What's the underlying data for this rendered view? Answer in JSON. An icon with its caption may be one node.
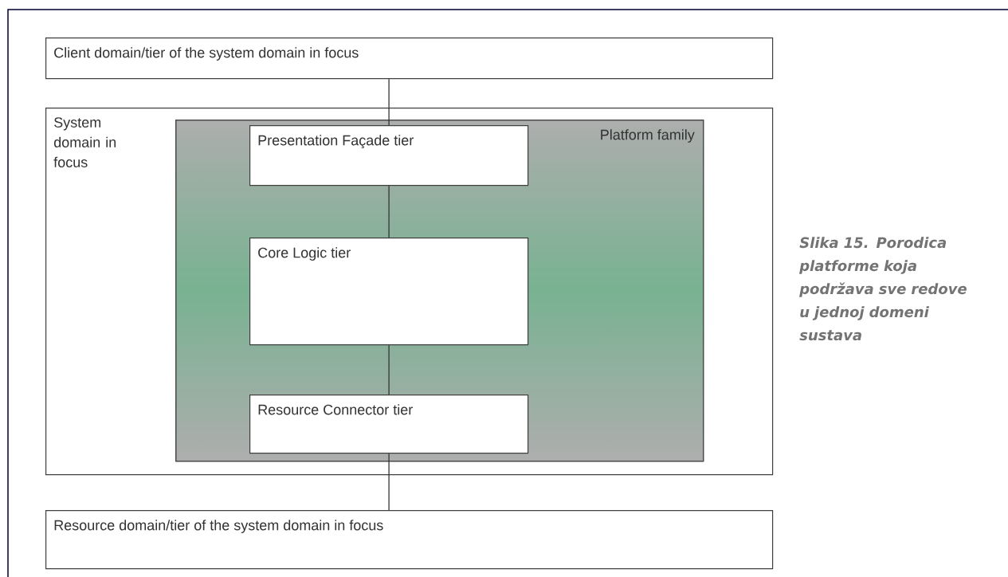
{
  "diagram": {
    "caption": "Slika 15. Porodica platforme koja podržava sve redove u jednoj domeni sustava",
    "nodes": [
      {
        "text": [
          "Client domain/tier of the system domain in focus"
        ]
      },
      {
        "text": [
          "System domain in focus"
        ]
      },
      {
        "text": [
          "Platform family"
        ],
        "in": 1
      },
      {
        "text": [
          "Presentation Façade tier"
        ],
        "in": 2
      },
      {
        "text": [
          "Core Logic tier"
        ],
        "in": 2
      },
      {
        "text": [
          "Resource Connector tier"
        ],
        "in": 2
      },
      {
        "text": [
          "Resource domain/tier of the system domain in focus"
        ]
      }
    ],
    "edges": [
      {
        "from": 0,
        "to": 3,
        "arrow": "none"
      },
      {
        "from": 3,
        "to": 4,
        "arrow": "none"
      },
      {
        "from": 4,
        "to": 5,
        "arrow": "none"
      },
      {
        "from": 5,
        "to": 6,
        "arrow": "none"
      }
    ]
  }
}
